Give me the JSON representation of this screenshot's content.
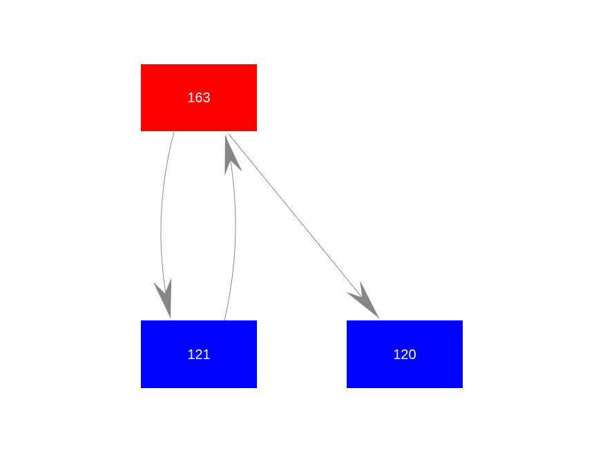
{
  "diagram": {
    "background_color": "#ffffff",
    "edge_color": "#888888",
    "arrowhead_color": "#868686",
    "nodes": [
      {
        "label": "163",
        "fill": "#ff0000",
        "text_color": "#ffffff"
      },
      {
        "label": "121",
        "fill": "#0000ff",
        "text_color": "#ffffff"
      },
      {
        "label": "120",
        "fill": "#0000ff",
        "text_color": "#ffffff"
      }
    ],
    "edges": [
      {
        "from": "163",
        "to": "121",
        "shape": "curved-left",
        "direction": "down"
      },
      {
        "from": "121",
        "to": "163",
        "shape": "curved-right",
        "direction": "up"
      },
      {
        "from": "163",
        "to": "120",
        "shape": "straight",
        "direction": "down-right"
      }
    ]
  }
}
